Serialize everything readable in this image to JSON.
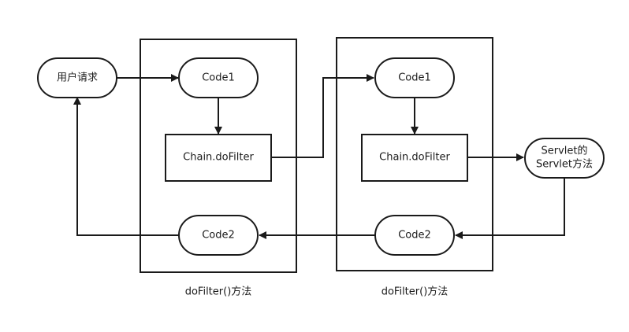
{
  "nodes": {
    "request": "用户请求",
    "filter1_code1": "Code1",
    "filter1_chain": "Chain.doFilter",
    "filter1_code2": "Code2",
    "filter2_code1": "Code1",
    "filter2_chain": "Chain.doFilter",
    "filter2_code2": "Code2",
    "servlet_line1": "Servlet的",
    "servlet_line2": "Servlet方法"
  },
  "containers": {
    "filter1_caption": "doFilter()方法",
    "filter2_caption": "doFilter()方法"
  }
}
